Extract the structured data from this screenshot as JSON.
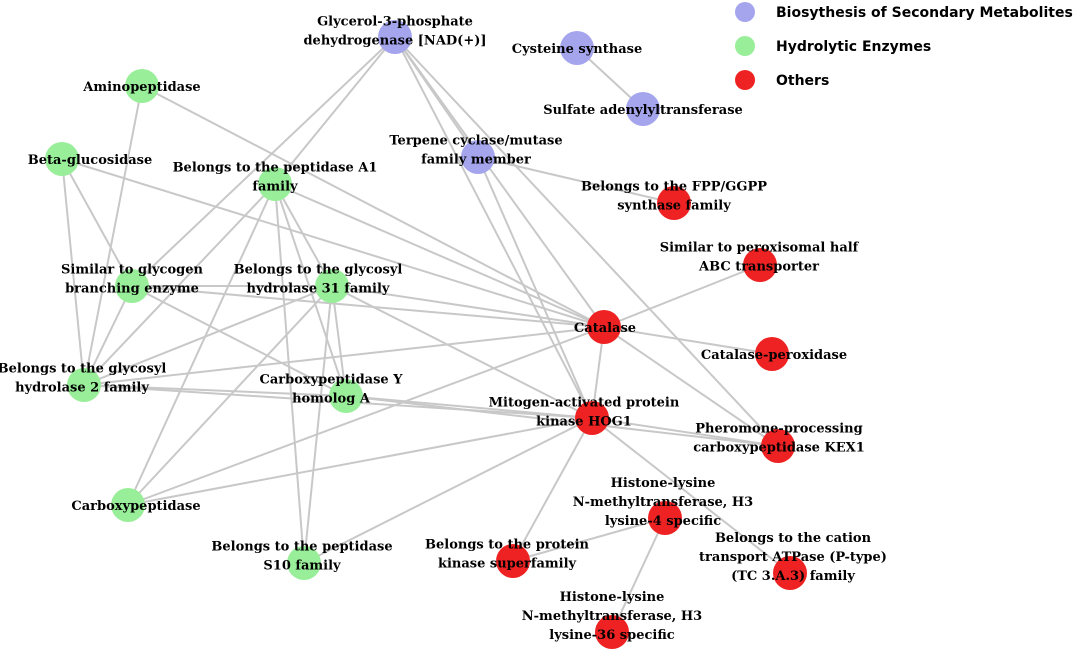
{
  "legend": [
    {
      "label": "Biosythesis of Secondary Metabolites",
      "color": "#a5a5ee"
    },
    {
      "label": "Hydrolytic Enzymes",
      "color": "#99ee99"
    },
    {
      "label": "Others",
      "color": "#ee2222"
    }
  ],
  "nodes": [
    {
      "id": "g3p",
      "group": 0,
      "lines": [
        "Glycerol-3-phosphate",
        "dehydrogenase [NAD(+)]"
      ]
    },
    {
      "id": "cys",
      "group": 0,
      "lines": [
        "Cysteine synthase"
      ]
    },
    {
      "id": "sat",
      "group": 0,
      "lines": [
        "Sulfate adenylyltransferase"
      ]
    },
    {
      "id": "terp",
      "group": 0,
      "lines": [
        "Terpene cyclase/mutase",
        "family member"
      ]
    },
    {
      "id": "amino",
      "group": 1,
      "lines": [
        "Aminopeptidase"
      ]
    },
    {
      "id": "beta",
      "group": 1,
      "lines": [
        "Beta-glucosidase"
      ]
    },
    {
      "id": "pepA1",
      "group": 1,
      "lines": [
        "Belongs to the peptidase A1",
        "family"
      ]
    },
    {
      "id": "glyco",
      "group": 1,
      "lines": [
        "Similar to glycogen",
        "branching enzyme"
      ]
    },
    {
      "id": "gh31",
      "group": 1,
      "lines": [
        "Belongs to the glycosyl",
        "hydrolase 31 family"
      ]
    },
    {
      "id": "gh2",
      "group": 1,
      "lines": [
        "Belongs to the glycosyl",
        "hydrolase 2 family"
      ]
    },
    {
      "id": "cpy",
      "group": 1,
      "lines": [
        "Carboxypeptidase Y",
        "homolog A"
      ]
    },
    {
      "id": "carb",
      "group": 1,
      "lines": [
        "Carboxypeptidase"
      ]
    },
    {
      "id": "s10",
      "group": 1,
      "lines": [
        "Belongs to the peptidase",
        "S10 family"
      ]
    },
    {
      "id": "fpp",
      "group": 2,
      "lines": [
        "Belongs to the FPP/GGPP",
        "synthase family"
      ]
    },
    {
      "id": "abc",
      "group": 2,
      "lines": [
        "Similar to peroxisomal half",
        "ABC transporter"
      ]
    },
    {
      "id": "cat",
      "group": 2,
      "lines": [
        "Catalase"
      ]
    },
    {
      "id": "catp",
      "group": 2,
      "lines": [
        "Catalase-peroxidase"
      ]
    },
    {
      "id": "hog1",
      "group": 2,
      "lines": [
        "Mitogen-activated protein",
        "kinase HOG1"
      ]
    },
    {
      "id": "kex1",
      "group": 2,
      "lines": [
        "Pheromone-processing",
        "carboxypeptidase KEX1"
      ]
    },
    {
      "id": "h3k4",
      "group": 2,
      "lines": [
        "Histone-lysine",
        "N-methyltransferase, H3",
        "lysine-4 specific"
      ]
    },
    {
      "id": "pks",
      "group": 2,
      "lines": [
        "Belongs to the protein",
        "kinase superfamily"
      ]
    },
    {
      "id": "atp",
      "group": 2,
      "lines": [
        "Belongs to the cation",
        "transport ATPase (P-type)",
        "(TC 3.A.3) family"
      ]
    },
    {
      "id": "h3k36",
      "group": 2,
      "lines": [
        "Histone-lysine",
        "N-methyltransferase, H3",
        "lysine-36 specific"
      ]
    }
  ],
  "edges": [
    [
      "cys",
      "sat"
    ],
    [
      "g3p",
      "pepA1"
    ],
    [
      "g3p",
      "glyco"
    ],
    [
      "g3p",
      "terp"
    ],
    [
      "g3p",
      "cat"
    ],
    [
      "g3p",
      "hog1"
    ],
    [
      "g3p",
      "kex1"
    ],
    [
      "amino",
      "gh2"
    ],
    [
      "amino",
      "cat"
    ],
    [
      "beta",
      "glyco"
    ],
    [
      "beta",
      "cat"
    ],
    [
      "beta",
      "gh2"
    ],
    [
      "terp",
      "fpp"
    ],
    [
      "terp",
      "hog1"
    ],
    [
      "pepA1",
      "cat"
    ],
    [
      "pepA1",
      "gh31"
    ],
    [
      "pepA1",
      "cpy"
    ],
    [
      "pepA1",
      "gh2"
    ],
    [
      "pepA1",
      "carb"
    ],
    [
      "pepA1",
      "s10"
    ],
    [
      "glyco",
      "gh31"
    ],
    [
      "glyco",
      "cat"
    ],
    [
      "glyco",
      "cpy"
    ],
    [
      "glyco",
      "gh2"
    ],
    [
      "gh31",
      "cat"
    ],
    [
      "gh31",
      "cpy"
    ],
    [
      "gh31",
      "gh2"
    ],
    [
      "gh31",
      "carb"
    ],
    [
      "gh31",
      "s10"
    ],
    [
      "gh31",
      "hog1"
    ],
    [
      "gh2",
      "cat"
    ],
    [
      "gh2",
      "cpy"
    ],
    [
      "gh2",
      "hog1"
    ],
    [
      "cpy",
      "hog1"
    ],
    [
      "cpy",
      "kex1"
    ],
    [
      "carb",
      "cat"
    ],
    [
      "carb",
      "hog1"
    ],
    [
      "s10",
      "hog1"
    ],
    [
      "cat",
      "abc"
    ],
    [
      "cat",
      "catp"
    ],
    [
      "cat",
      "hog1"
    ],
    [
      "cat",
      "kex1"
    ],
    [
      "hog1",
      "kex1"
    ],
    [
      "hog1",
      "pks"
    ],
    [
      "hog1",
      "atp"
    ],
    [
      "h3k4",
      "h3k36"
    ],
    [
      "h3k4",
      "pks"
    ]
  ]
}
